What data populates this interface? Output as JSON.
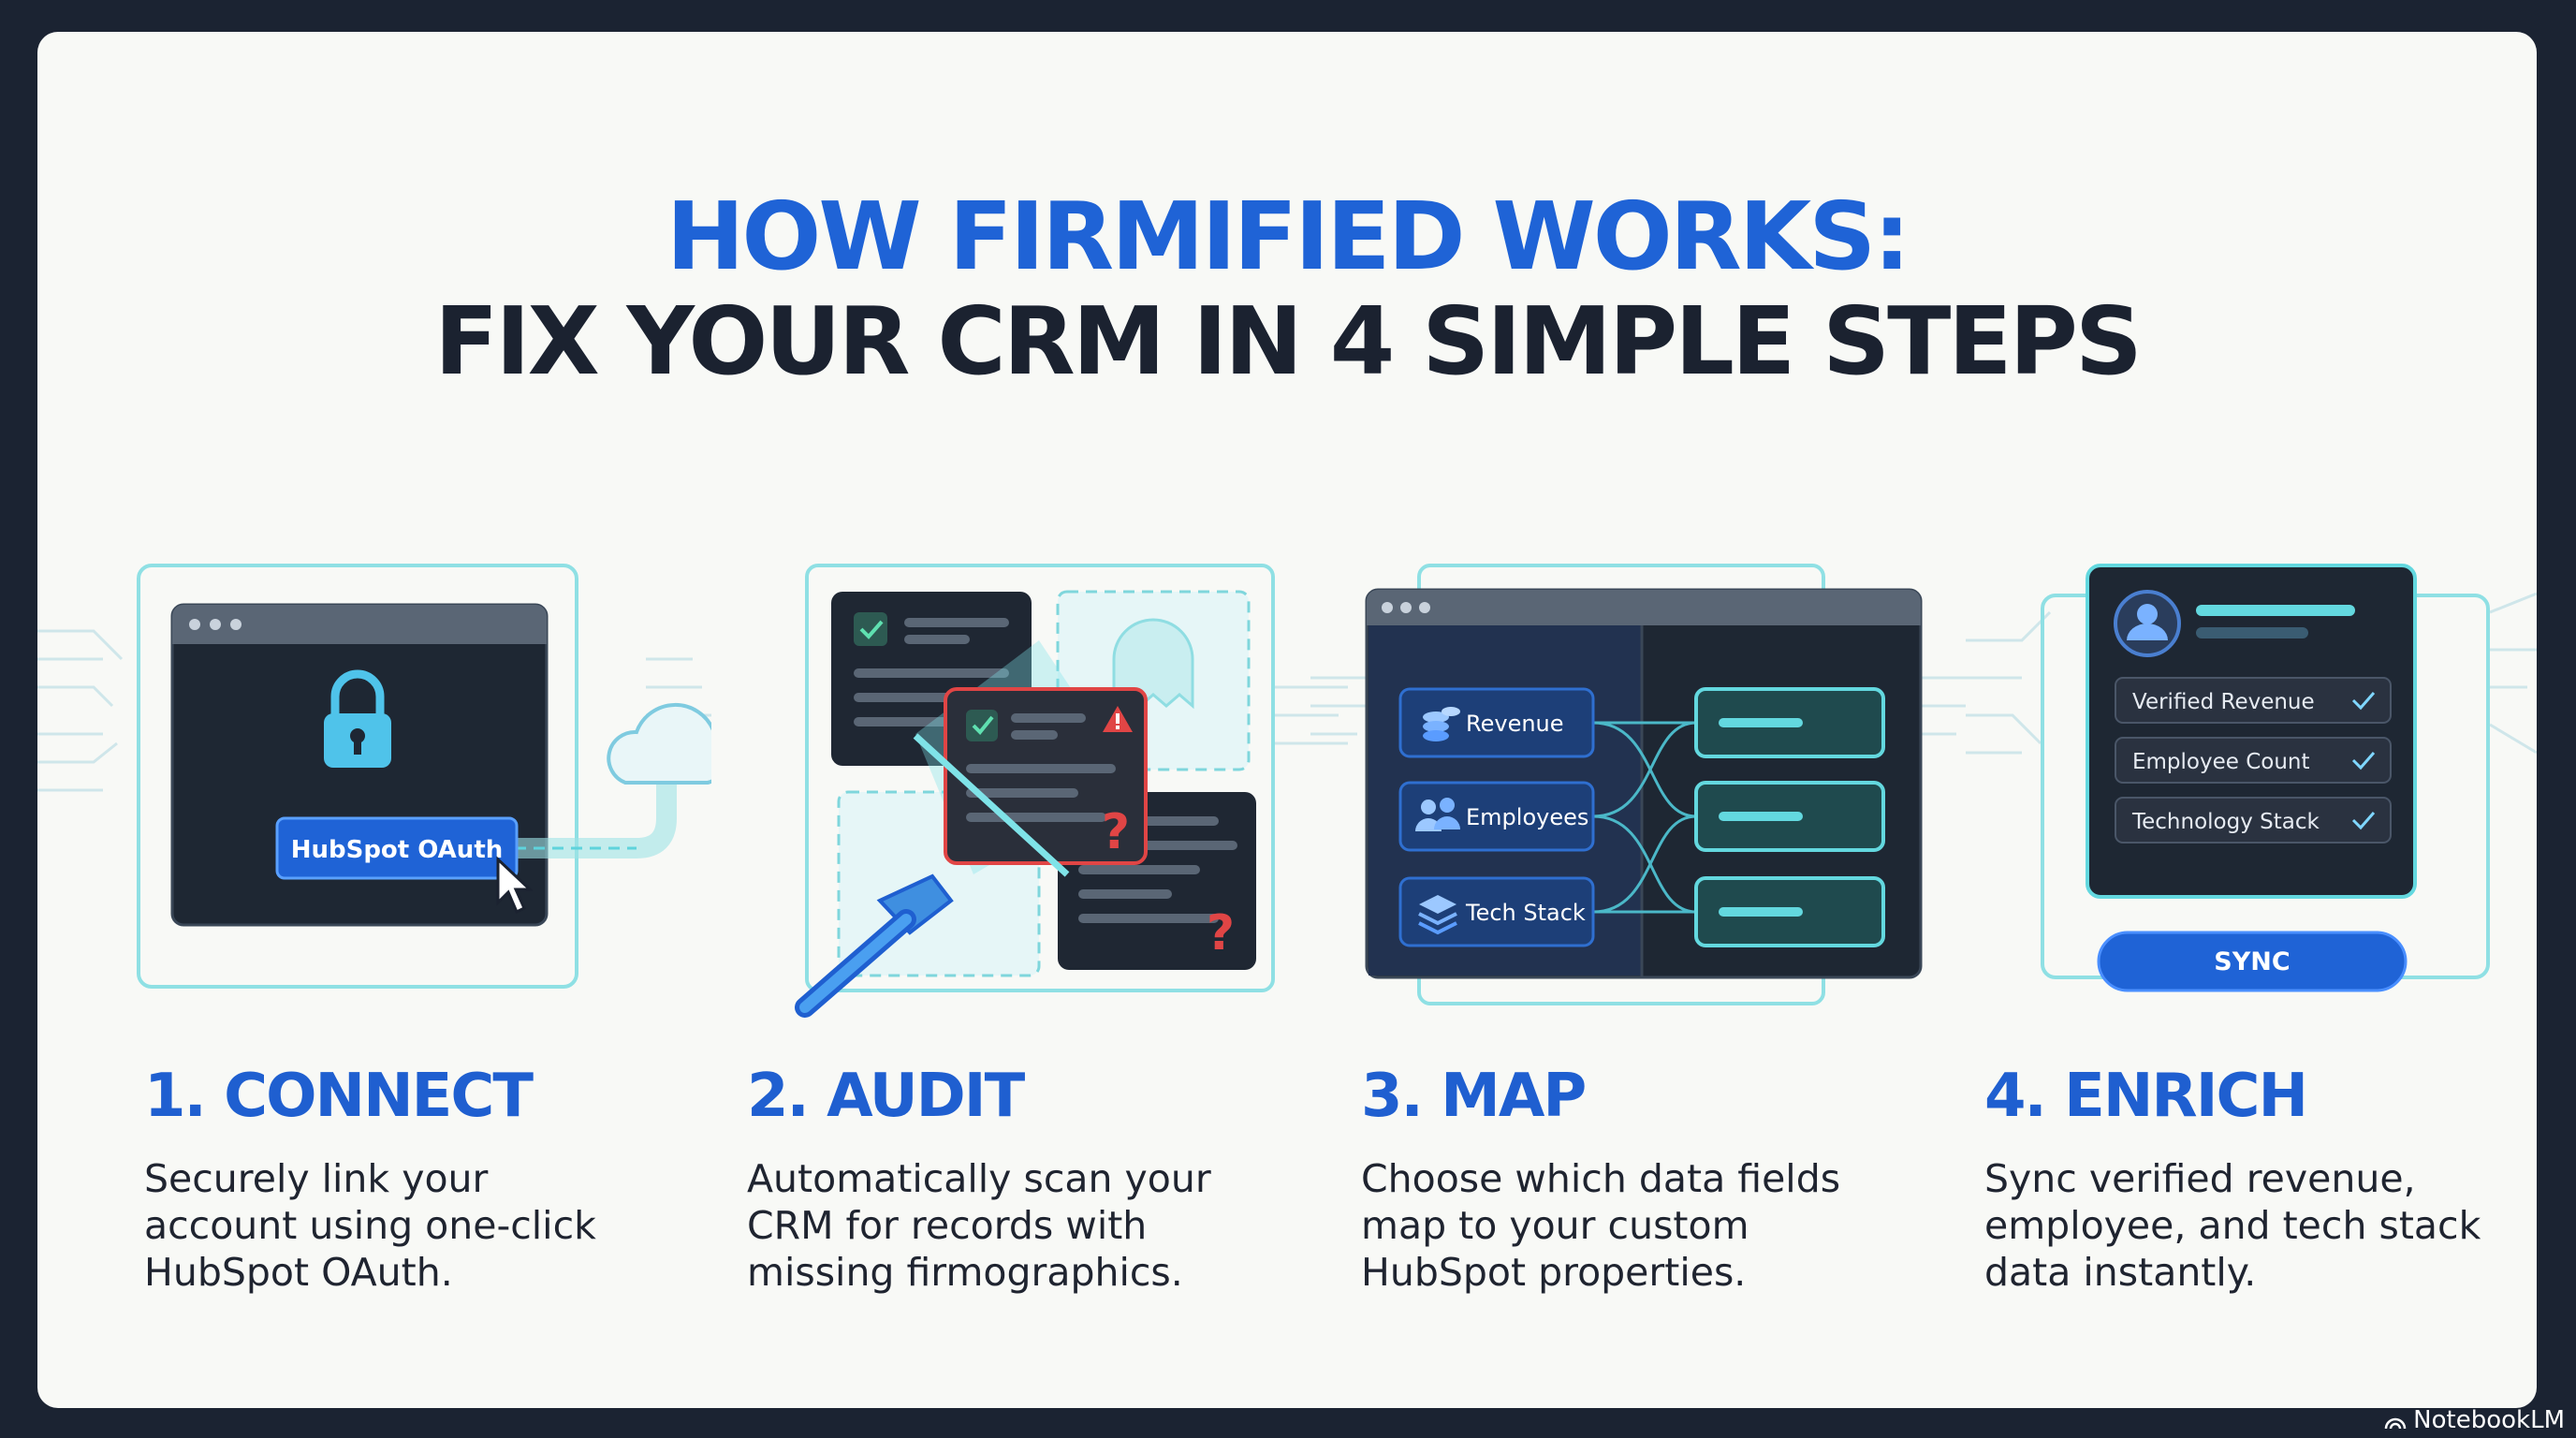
{
  "title": {
    "line1": "HOW FIRMIFIED WORKS:",
    "line2": "FIX YOUR CRM IN 4 SIMPLE STEPS"
  },
  "steps": [
    {
      "heading": "1. CONNECT",
      "description": "Securely link your account using one-click HubSpot OAuth.",
      "illustration": {
        "button_label": "HubSpot OAuth",
        "icons": [
          "lock-icon",
          "cloud-icon",
          "cursor-icon"
        ]
      }
    },
    {
      "heading": "2. AUDIT",
      "description": "Automatically scan your CRM for records with missing firmographics.",
      "illustration": {
        "markers": [
          "?",
          "?"
        ],
        "icons": [
          "magnifier-icon",
          "check-icon",
          "warning-icon",
          "ghost-icon"
        ]
      }
    },
    {
      "heading": "3. MAP",
      "description": "Choose which data fields map to your custom HubSpot properties.",
      "illustration": {
        "fields": [
          "Revenue",
          "Employees",
          "Tech Stack"
        ],
        "icons": [
          "coins-icon",
          "users-icon",
          "layers-icon"
        ]
      }
    },
    {
      "heading": "4. ENRICH",
      "description": "Sync verified revenue, employee, and tech stack data instantly.",
      "illustration": {
        "checklist": [
          "Verified Revenue",
          "Employee Count",
          "Technology Stack"
        ],
        "button_label": "SYNC",
        "icons": [
          "avatar-icon",
          "check-icon"
        ]
      }
    }
  ],
  "watermark": "NotebookLM",
  "colors": {
    "accent": "#1f63d6",
    "dark": "#1b2230",
    "teal": "#63d8df",
    "warning": "#e04545"
  }
}
